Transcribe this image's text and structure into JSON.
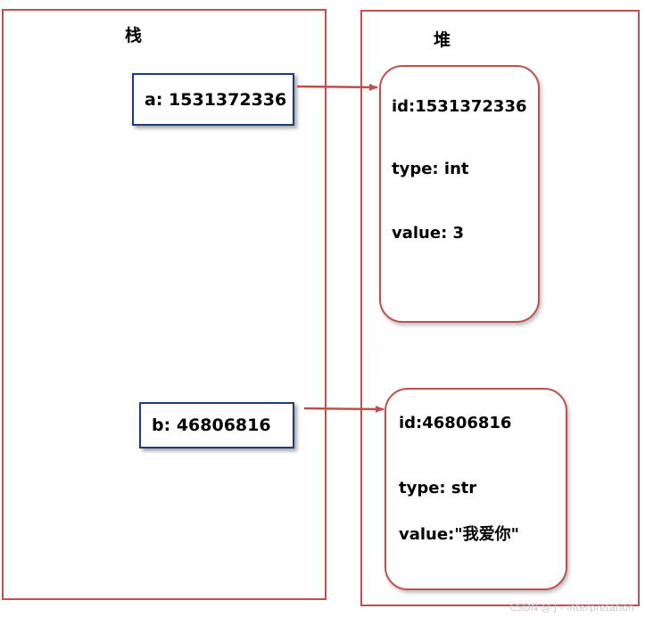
{
  "stack": {
    "title": "栈",
    "vars": [
      {
        "label": "a: 1531372336"
      },
      {
        "label": "b: 46806816"
      }
    ]
  },
  "heap": {
    "title": "堆",
    "objects": [
      {
        "id": "id:1531372336",
        "type": "type: int",
        "value": "value:  3"
      },
      {
        "id": "id:46806816",
        "type": "type: str",
        "value": "value:\"我爱你\""
      }
    ]
  },
  "colors": {
    "region_border": "#c0504d",
    "var_border": "#1f3c7a",
    "arrow": "#c0504d"
  },
  "watermark": "CSDN @ J - interpretation"
}
